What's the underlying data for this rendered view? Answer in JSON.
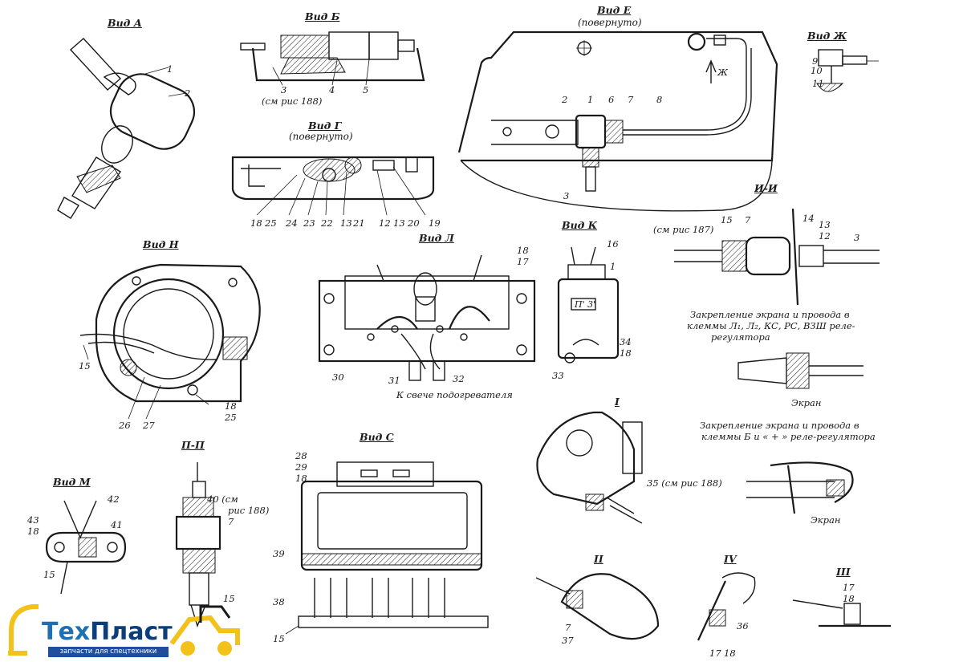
{
  "views": {
    "a": "Вид А",
    "b": "Вид Б",
    "e": "Вид Е",
    "e_sub": "(повернуто)",
    "zh": "Вид Ж",
    "g": "Вид Г",
    "g_sub": "(повернуто)",
    "n": "Вид Н",
    "l": "Вид Л",
    "k": "Вид К",
    "ii": "И-И",
    "pp": "П-П",
    "m": "Вид М",
    "s": "Вид С",
    "r1": "I",
    "r2": "II",
    "r3": "III",
    "r4": "IV"
  },
  "notes": {
    "b_ref": "(см рис 188)",
    "ii_ref": "(см рис 187)",
    "pp_ref_a": "40 (см",
    "pp_ref_b": "рис 188)",
    "r1_ref": "35 (см рис 188)",
    "heater": "К свече подогревателя",
    "fix1_a": "Закрепление экрана и провода в",
    "fix1_b": "клеммы Л₁, Л₂, КС, РС, ВЗШ реле-",
    "fix1_c": "регулятора",
    "fix2_a": "Закрепление экрана и провода в",
    "fix2_b": "клеммы Б и « + » реле-регулятора",
    "screen1": "Экран",
    "screen2": "Экран",
    "arrow_zh": "Ж",
    "relay_text": "П' 3'"
  },
  "labels": {
    "a1": "1",
    "a2": "2",
    "b3": "3",
    "b4": "4",
    "b5": "5",
    "g18": "18",
    "g25": "25",
    "g24": "24",
    "g23": "23",
    "g22": "22",
    "g13": "13",
    "g21": "21",
    "g12": "12",
    "g13b": "13",
    "g20": "20",
    "g19": "19",
    "e2": "2",
    "e1": "1",
    "e6": "6",
    "e7": "7",
    "e8": "8",
    "e3": "3",
    "zh9": "9",
    "zh10": "10",
    "zh11": "11",
    "n15": "15",
    "n26": "26",
    "n27": "27",
    "n18": "18",
    "n25": "25",
    "l18": "18",
    "l17": "17",
    "l30": "30",
    "l31": "31",
    "l32": "32",
    "k16": "16",
    "k1": "1",
    "k34": "34",
    "k18": "18",
    "k33": "33",
    "ii15": "15",
    "ii7": "7",
    "ii14": "14",
    "ii13": "13",
    "ii12": "12",
    "ii3": "3",
    "m42": "42",
    "m43": "43",
    "m18": "18",
    "m41": "41",
    "m15": "15",
    "pp7": "7",
    "pp15": "15",
    "s28": "28",
    "s29": "29",
    "s18": "18",
    "s39": "39",
    "s38": "38",
    "s15": "15",
    "r2_7": "7",
    "r2_37": "37",
    "r4_36": "36",
    "r4_17": "17",
    "r4_18": "18",
    "r3_17": "17",
    "r3_18": "18"
  },
  "logo": {
    "brand_a": "Тех",
    "brand_b": "Пласт",
    "tagline": "запчасти для спецтехники",
    "colors": {
      "blue": "#1f6fb5",
      "navy": "#0c3e7a",
      "yellow": "#f2c21b"
    }
  }
}
